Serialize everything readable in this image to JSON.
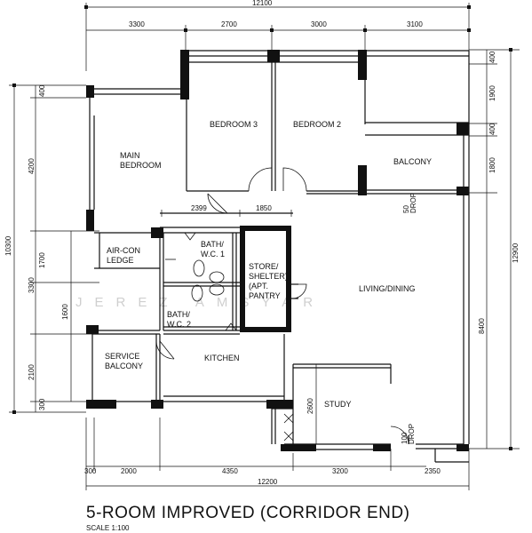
{
  "title": "5-ROOM IMPROVED (CORRIDOR END)",
  "scale_label": "SCALE 1:100",
  "watermark": "JEREZ AMSYAR",
  "rooms": {
    "main_bedroom": [
      "MAIN",
      "BEDROOM"
    ],
    "bedroom3": "BEDROOM 3",
    "bedroom2": "BEDROOM 2",
    "balcony": "BALCONY",
    "aircon_ledge": [
      "AIR-CON",
      "LEDGE"
    ],
    "bath1": [
      "BATH/",
      "W.C. 1"
    ],
    "bath2": [
      "BATH/",
      "W.C. 2"
    ],
    "store": [
      "STORE/",
      "SHELTER)",
      "(APT.",
      "PANTRY"
    ],
    "living_dining": "LIVING/DINING",
    "service_balcony": [
      "SERVICE",
      "BALCONY"
    ],
    "kitchen": "KITCHEN",
    "study": "STUDY",
    "drop50": [
      "50",
      "DROP"
    ],
    "drop100": [
      "100",
      "DROP"
    ]
  },
  "dimensions": {
    "top_total": "12100",
    "top": [
      "3300",
      "2700",
      "3000",
      "3100"
    ],
    "bottom_total": "12200",
    "bottom": [
      "300",
      "2000",
      "4350",
      "3200",
      "2350"
    ],
    "left_outer": "10300",
    "left": [
      "400",
      "4200",
      "1700",
      "3300",
      "1600",
      "2100",
      "300"
    ],
    "right_outer": "12900",
    "right": [
      "400",
      "1900",
      "400",
      "1800",
      "8400"
    ],
    "interior": [
      "2399",
      "1850",
      "2600"
    ]
  }
}
